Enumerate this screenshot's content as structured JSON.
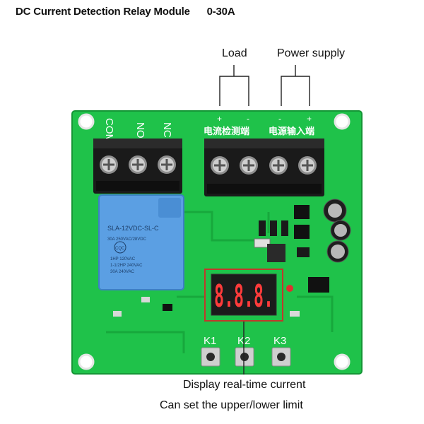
{
  "header": {
    "title": "DC Current Detection Relay Module",
    "range": "0-30A"
  },
  "labels": {
    "load": "Load",
    "power_supply": "Power supply",
    "display": "Display real-time current",
    "limit": "Can set the upper/lower limit"
  },
  "board": {
    "relay_pins": [
      "COM",
      "NO",
      "NC"
    ],
    "current_detect": "电流检测端",
    "power_input": "电源输入端",
    "polarity": [
      "+",
      "-",
      "-",
      "+"
    ],
    "relay_text": [
      "SLA-12VDC-SL-C",
      "30A  250VAC/28VDC",
      "CQC",
      "1HP 120VAC",
      "1-1/2HP 240VAC",
      "30A 240VAC"
    ],
    "display_digits": "8.8.8.",
    "buttons": [
      "K1",
      "K2",
      "K3"
    ]
  },
  "colors": {
    "pcb": "#1fc24a",
    "terminal": "#181818",
    "relay": "#5b9fe3",
    "annotation": "#c0392b",
    "led": "#ff3b3b"
  }
}
